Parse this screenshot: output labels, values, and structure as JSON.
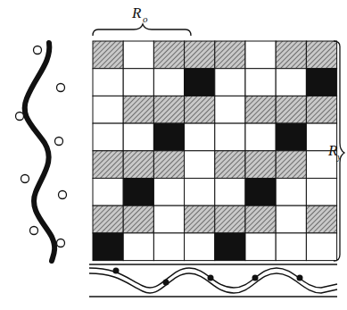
{
  "diagram": {
    "labels": [
      "R",
      "о",
      "R",
      "у"
    ]
  }
}
